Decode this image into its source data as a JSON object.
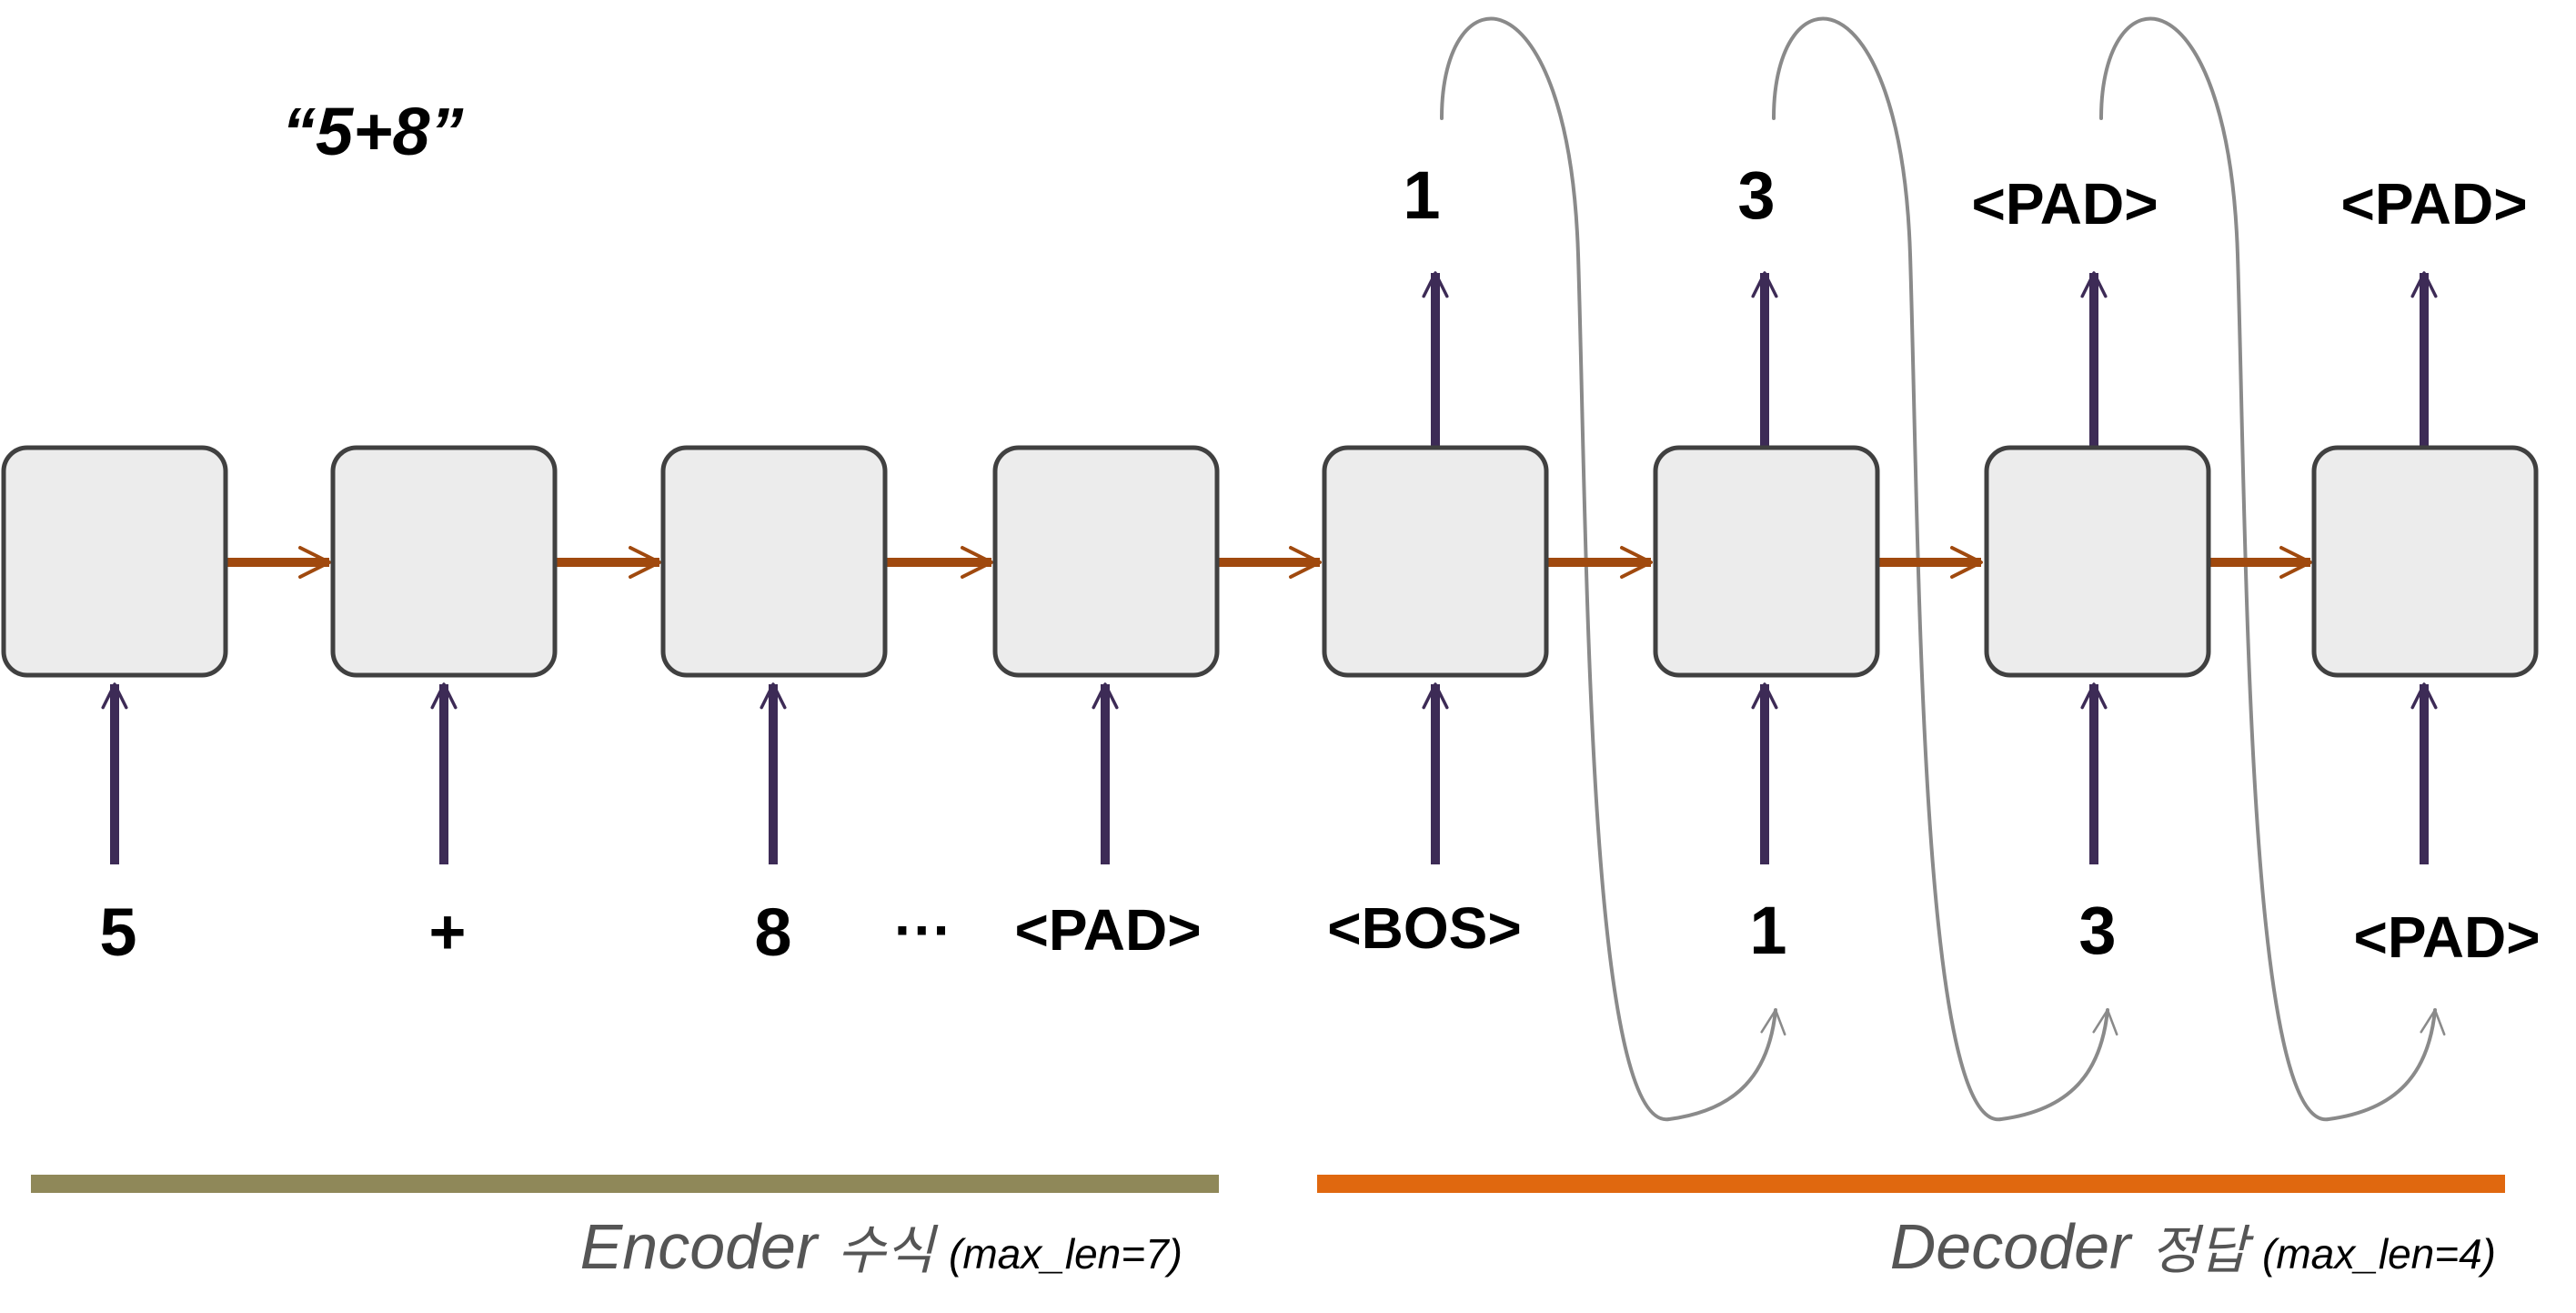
{
  "title": "“5+8”",
  "encoder": {
    "inputs": [
      "5",
      "+",
      "8",
      "<PAD>"
    ],
    "ellipsis": "···",
    "label": "Encoder",
    "label_korean": "수식",
    "max_len": "(max_len=7)"
  },
  "decoder": {
    "inputs": [
      "<BOS>",
      "1",
      "3",
      "<PAD>"
    ],
    "outputs": [
      "1",
      "3",
      "<PAD>",
      "<PAD>"
    ],
    "label": "Decoder",
    "label_korean": "정답",
    "max_len": "(max_len=4)"
  },
  "colors": {
    "cell_fill": "#ececec",
    "cell_stroke": "#404040",
    "input_arrow": "#3d2b56",
    "recurrent_arrow": "#a0490e",
    "feedback_arrow": "#8a8a8a",
    "encoder_bar": "#8f8859",
    "decoder_bar": "#e0680f"
  }
}
